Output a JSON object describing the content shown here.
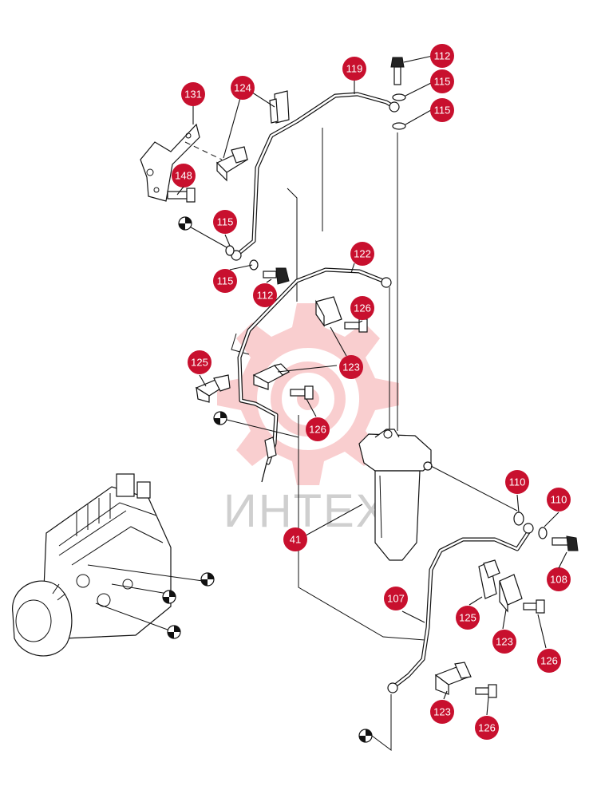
{
  "watermark": {
    "text": "ИНТЕХ",
    "color": "#e8262b"
  },
  "callouts": [
    {
      "label": "112"
    },
    {
      "label": "115"
    },
    {
      "label": "115"
    },
    {
      "label": "119"
    },
    {
      "label": "124"
    },
    {
      "label": "131"
    },
    {
      "label": "148"
    },
    {
      "label": "115"
    },
    {
      "label": "115"
    },
    {
      "label": "112"
    },
    {
      "label": "122"
    },
    {
      "label": "126"
    },
    {
      "label": "123"
    },
    {
      "label": "125"
    },
    {
      "label": "126"
    },
    {
      "label": "110"
    },
    {
      "label": "110"
    },
    {
      "label": "108"
    },
    {
      "label": "41"
    },
    {
      "label": "107"
    },
    {
      "label": "125"
    },
    {
      "label": "123"
    },
    {
      "label": "126"
    },
    {
      "label": "123"
    },
    {
      "label": "126"
    }
  ],
  "colors": {
    "callout": "#c8102e",
    "line": "#111111"
  }
}
